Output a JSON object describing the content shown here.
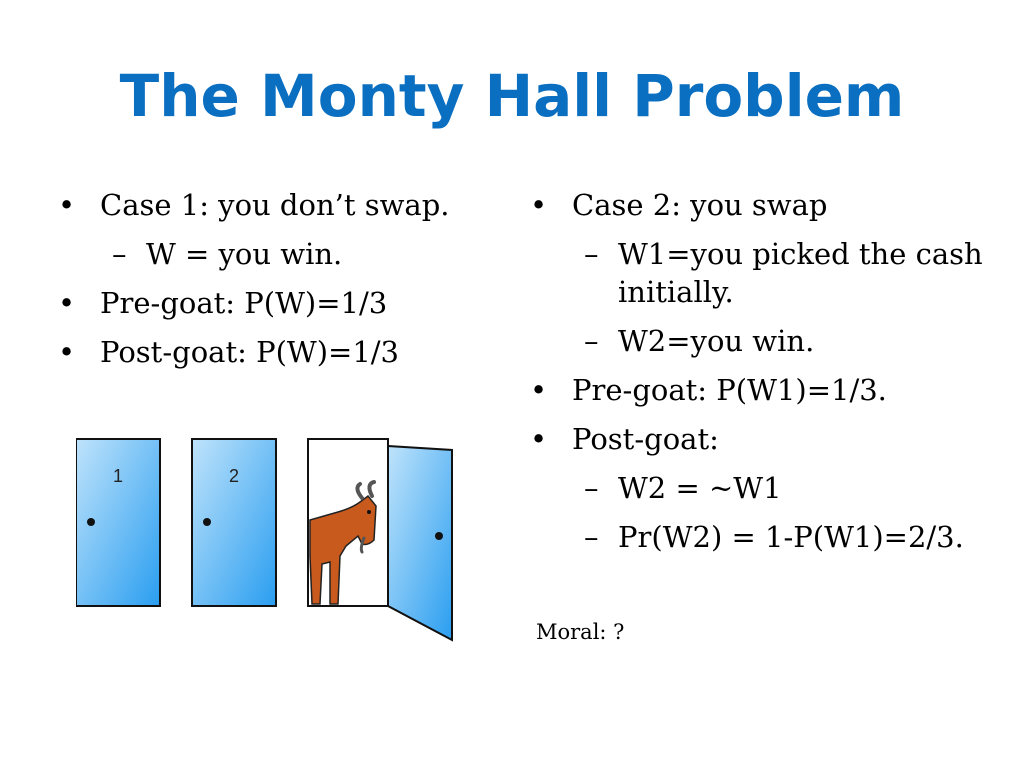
{
  "slide": {
    "title": "The Monty Hall Problem",
    "left_bullets": [
      {
        "level": 1,
        "marker": "•",
        "text": "Case 1: you don’t swap."
      },
      {
        "level": 2,
        "marker": "–",
        "text": "W = you win."
      },
      {
        "level": 1,
        "marker": "•",
        "text": "Pre-goat: P(W)=1/3"
      },
      {
        "level": 1,
        "marker": "•",
        "text": "Post-goat: P(W)=1/3"
      }
    ],
    "right_bullets": [
      {
        "level": 1,
        "marker": "•",
        "text": "Case 2: you swap"
      },
      {
        "level": 2,
        "marker": "–",
        "text": "W1=you picked the cash initially."
      },
      {
        "level": 2,
        "marker": "–",
        "text": "W2=you win."
      },
      {
        "level": 1,
        "marker": "•",
        "text": "Pre-goat: P(W1)=1/3."
      },
      {
        "level": 1,
        "marker": "•",
        "text": "Post-goat:"
      },
      {
        "level": 2,
        "marker": "–",
        "text": "W2 = ~W1"
      },
      {
        "level": 2,
        "marker": "–",
        "text": "Pr(W2) = 1-P(W1)=2/3."
      }
    ],
    "moral": "Moral: ?"
  },
  "illustration": {
    "door_labels": [
      "1",
      "2"
    ],
    "colors": {
      "title": "#0b6fc1",
      "door_light": "#bfe3fb",
      "door_dark": "#2a9ef0",
      "goat": "#c85a1e"
    }
  }
}
